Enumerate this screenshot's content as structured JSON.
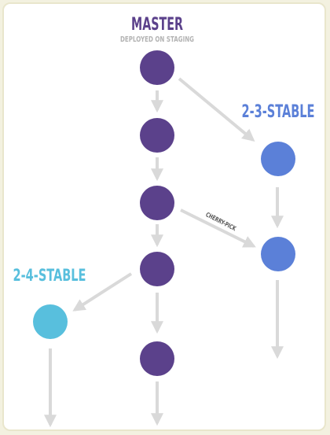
{
  "branches": {
    "master": {
      "label": "MASTER",
      "sublabel": "DEPLOYED ON STAGING",
      "color": "#5b418b"
    },
    "stable_2_3": {
      "label": "2-3-STABLE",
      "color": "#5b80d8"
    },
    "stable_2_4": {
      "label": "2-4-STABLE",
      "color": "#58bfdd"
    }
  },
  "edge_labels": {
    "cherry_pick": "CHERRY-PICK"
  },
  "colors": {
    "arrow": "#d9d9d9",
    "sublabel": "#b3b3b3",
    "background": "#f3f1e0"
  }
}
